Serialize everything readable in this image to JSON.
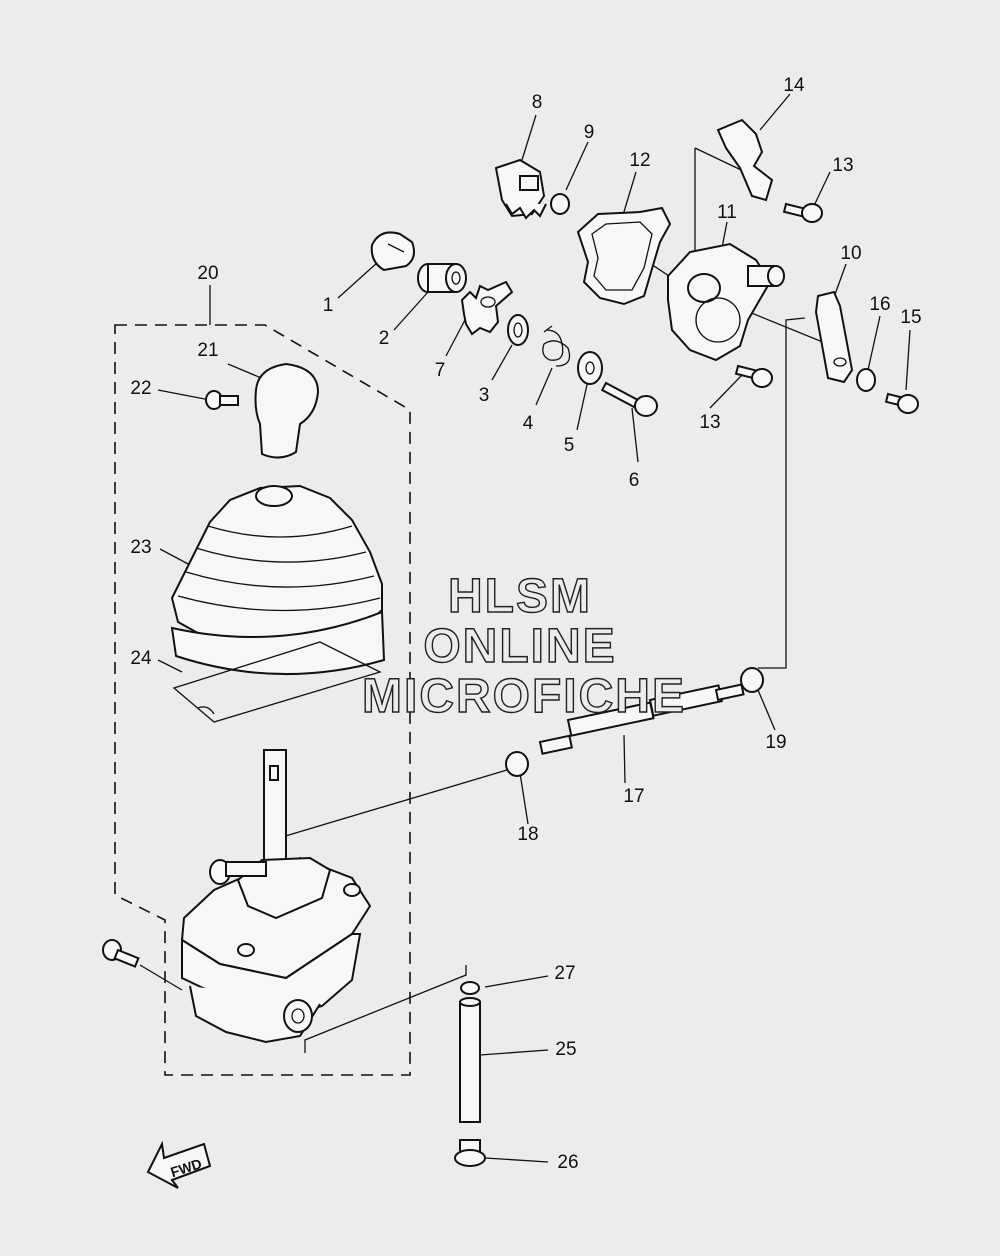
{
  "watermark": {
    "line1": "HLSM",
    "line2": "ONLINE",
    "line3": "MICROFICHE"
  },
  "fwd_label": "FWD",
  "callouts": [
    "1",
    "2",
    "3",
    "4",
    "5",
    "6",
    "7",
    "8",
    "9",
    "10",
    "11",
    "12",
    "13",
    "13",
    "14",
    "15",
    "16",
    "17",
    "18",
    "19",
    "20",
    "21",
    "22",
    "23",
    "24",
    "25",
    "26",
    "27"
  ]
}
